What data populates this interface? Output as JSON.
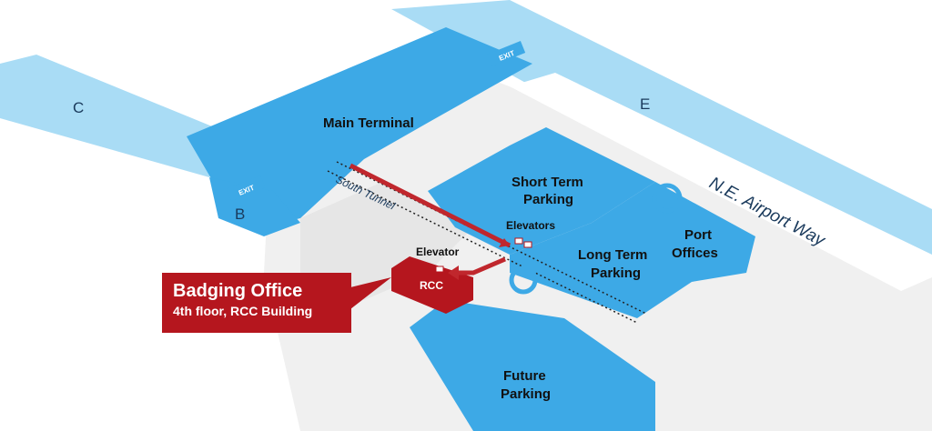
{
  "labels": {
    "concourse_c": "C",
    "concourse_b": "B",
    "concourse_e": "E",
    "main_terminal": "Main Terminal",
    "short_term_1": "Short Term",
    "short_term_2": "Parking",
    "long_term_1": "Long Term",
    "long_term_2": "Parking",
    "port_offices_1": "Port",
    "port_offices_2": "Offices",
    "future_parking_1": "Future",
    "future_parking_2": "Parking",
    "elevators": "Elevators",
    "elevator": "Elevator",
    "rcc": "RCC",
    "south_tunnel": "South Tunnel",
    "road": "N.E. Airport Way",
    "exit_top": "EXIT",
    "exit_left": "EXIT"
  },
  "callout": {
    "title": "Badging Office",
    "subtitle": "4th floor, RCC Building"
  },
  "colors": {
    "building_blue": "#3da9e6",
    "light_blue": "#a9dcf5",
    "road_gray": "#eaeaea",
    "badge_red": "#b5161e",
    "route_red": "#c0272d"
  }
}
